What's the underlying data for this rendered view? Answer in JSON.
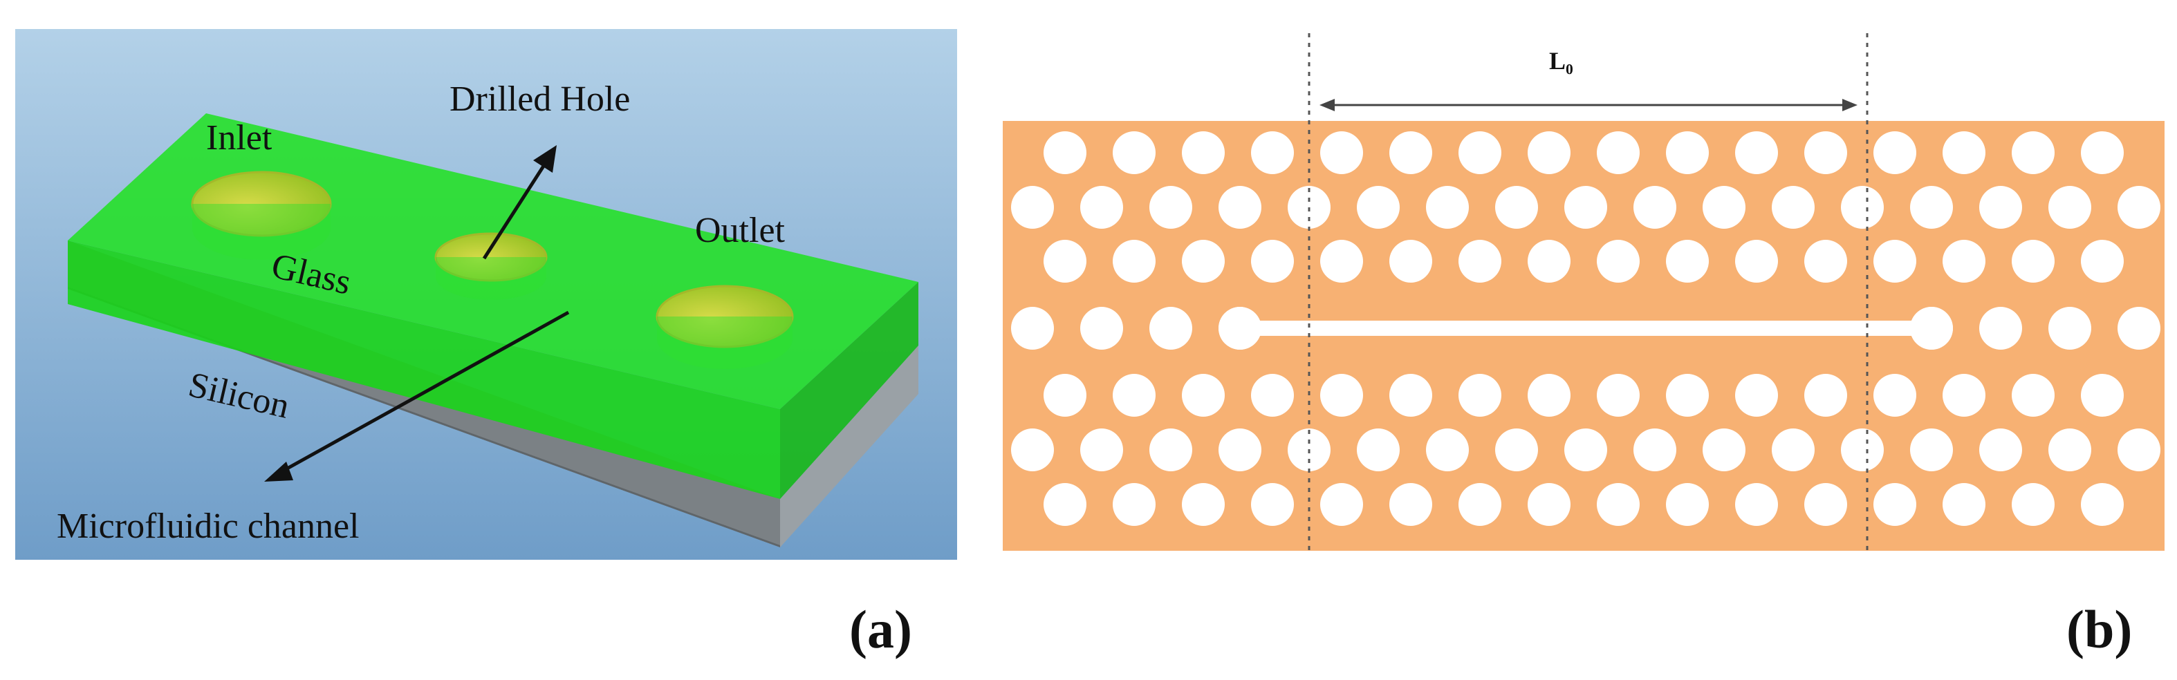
{
  "panel_a": {
    "labels": {
      "inlet": "Inlet",
      "drilled_hole": "Drilled Hole",
      "outlet": "Outlet",
      "glass": "Glass",
      "silicon": "Silicon",
      "microfluidic_channel": "Microfluidic channel"
    },
    "colors": {
      "background_top": "#b3d1e8",
      "background_bottom": "#6f9dc8",
      "glass": "#1ee21e",
      "silicon_front": "#7b8185",
      "silicon_side": "#9aa1a6",
      "hole": "#c9d43a"
    },
    "tag": "(a)"
  },
  "panel_b": {
    "dimension_label": "L₀",
    "colors": {
      "slab": "#f7b173",
      "hole": "#ffffff",
      "guide_line": "#555555"
    },
    "hole_rows": [
      {
        "x": [
          1540,
          1640,
          1740,
          1840,
          1940,
          2040,
          2140,
          2240,
          2340,
          2440,
          2540,
          2640,
          2740,
          2840,
          2940,
          3040
        ]
      },
      {
        "x": [
          1493,
          1593,
          1693,
          1793,
          1893,
          1993,
          2093,
          2193,
          2293,
          2393,
          2493,
          2593,
          2693,
          2793,
          2893,
          2993,
          3093
        ]
      },
      {
        "x": [
          1540,
          1640,
          1740,
          1840,
          1940,
          2040,
          2140,
          2240,
          2340,
          2440,
          2540,
          2640,
          2740,
          2840,
          2940,
          3040
        ]
      },
      {
        "x": [
          1493,
          1593,
          1693,
          1793,
          2793,
          2893,
          2993,
          3093
        ]
      },
      {
        "x": [
          1540,
          1640,
          1740,
          1840,
          1940,
          2040,
          2140,
          2240,
          2340,
          2440,
          2540,
          2640,
          2740,
          2840,
          2940,
          3040
        ]
      },
      {
        "x": [
          1493,
          1593,
          1693,
          1793,
          1893,
          1993,
          2093,
          2193,
          2293,
          2393,
          2493,
          2593,
          2693,
          2793,
          2893,
          2993,
          3093
        ]
      },
      {
        "x": [
          1540,
          1640,
          1740,
          1840,
          1940,
          2040,
          2140,
          2240,
          2340,
          2440,
          2540,
          2640,
          2740,
          2840,
          2940,
          3040
        ]
      }
    ],
    "tag": "(b)"
  }
}
